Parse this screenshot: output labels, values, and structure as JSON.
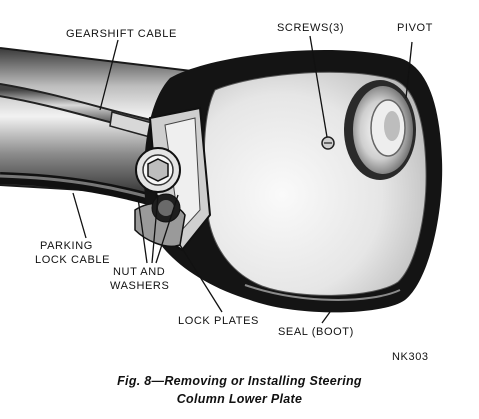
{
  "callouts": {
    "gearshift_cable": "GEARSHIFT CABLE",
    "screws": "SCREWS(3)",
    "pivot": "PIVOT",
    "parking_lock_cable_line1": "PARKING",
    "parking_lock_cable_line2": "LOCK CABLE",
    "nut_and_washers_line1": "NUT AND",
    "nut_and_washers_line2": "WASHERS",
    "lock_plates": "LOCK PLATES",
    "seal_boot": "SEAL (BOOT)"
  },
  "figure_code": "NK303",
  "caption": {
    "line1": "Fig. 8—Removing or Installing Steering",
    "line2": "Column Lower Plate"
  }
}
